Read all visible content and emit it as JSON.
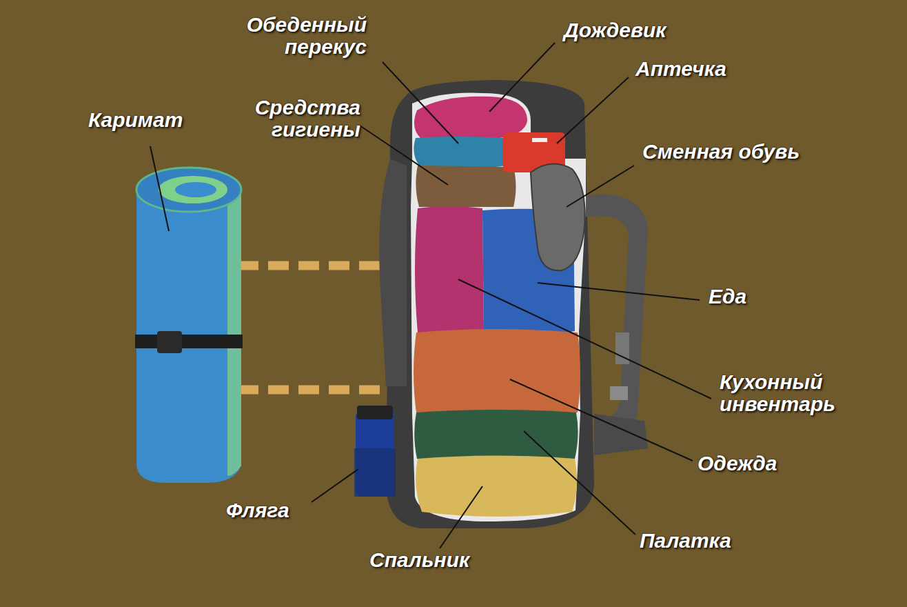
{
  "diagram": {
    "labels": [
      "Обеденный перекус",
      "Дождевик",
      "Аптечка",
      "Средства гигиены",
      "Каримат",
      "Сменная обувь",
      "Еда",
      "Кухонный инвентарь",
      "Одежда",
      "Палатка",
      "Фляга",
      "Спальник"
    ]
  }
}
